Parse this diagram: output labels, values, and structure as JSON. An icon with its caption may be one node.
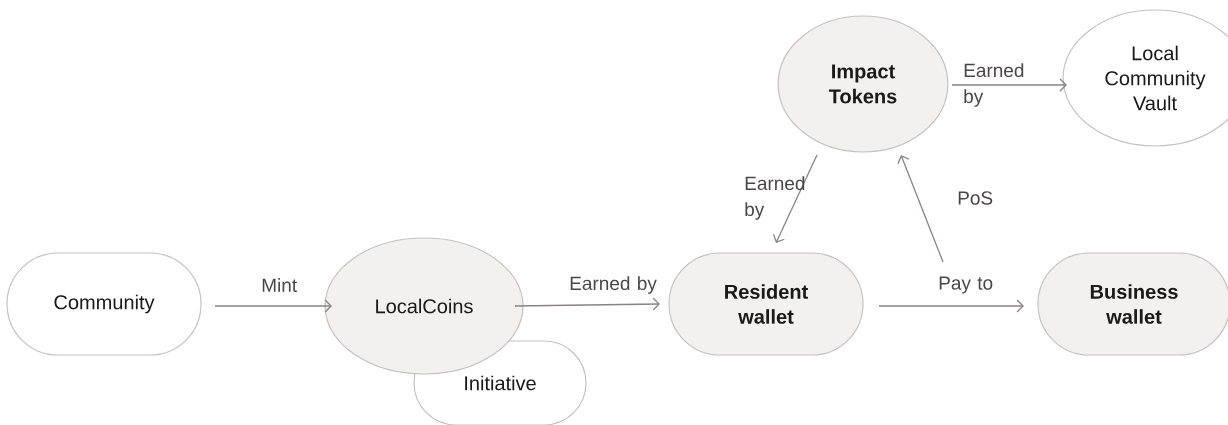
{
  "diagram": {
    "nodes": [
      {
        "text": [
          "Community"
        ]
      },
      {
        "text": [
          "LocalCoins"
        ]
      },
      {
        "text": [
          "Initiative"
        ]
      },
      {
        "text": [
          "Resident wallet"
        ]
      },
      {
        "text": [
          "Impact Tokens"
        ]
      },
      {
        "text": [
          "Local Community Vault"
        ]
      },
      {
        "text": [
          "Business wallet"
        ]
      }
    ],
    "edges": [
      {
        "from": 0,
        "to": 1,
        "label": "Mint",
        "arrow": "to"
      },
      {
        "from": 1,
        "to": 3,
        "label": "Earned by",
        "arrow": "to"
      },
      {
        "from": 3,
        "to": 6,
        "label": "Pay to",
        "arrow": "to"
      },
      {
        "from": 4,
        "to": 3,
        "label": "Earned by",
        "arrow": "to"
      },
      {
        "from": null,
        "to": 4,
        "label": "PoS",
        "arrow": "to"
      },
      {
        "from": 4,
        "to": 5,
        "label": "Earned by",
        "arrow": "to"
      }
    ]
  }
}
